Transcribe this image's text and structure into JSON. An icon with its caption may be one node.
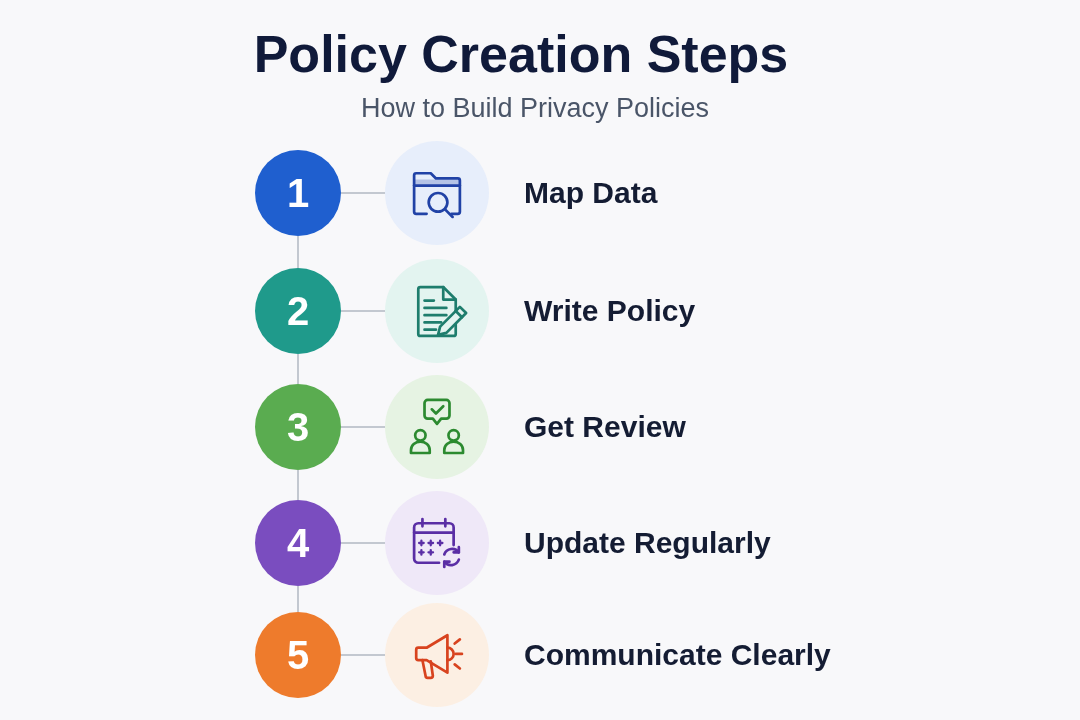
{
  "diagram": {
    "title": "Policy Creation Steps",
    "nodes": [
      {
        "text": [
          "1"
        ]
      },
      {
        "text": [],
        "shape": "picture",
        "beside": [
          "Map Data"
        ]
      },
      {
        "text": [
          "2"
        ]
      },
      {
        "text": [],
        "shape": "picture",
        "beside": [
          "Write Policy"
        ]
      },
      {
        "text": [
          "3"
        ]
      },
      {
        "text": [],
        "shape": "picture",
        "beside": [
          "Get Review"
        ]
      },
      {
        "text": [
          "4"
        ]
      },
      {
        "text": [],
        "shape": "picture",
        "beside": [
          "Update Regularly"
        ]
      },
      {
        "text": [
          "5"
        ]
      },
      {
        "text": [],
        "shape": "picture",
        "beside": [
          "Communicate Clearly"
        ]
      }
    ],
    "edges": [
      {
        "from": 0,
        "to": 1,
        "arrow": "none"
      },
      {
        "from": 0,
        "to": 2,
        "arrow": "none"
      },
      {
        "from": 2,
        "to": 3,
        "arrow": "none"
      },
      {
        "from": 2,
        "to": 4,
        "arrow": "none"
      },
      {
        "from": 4,
        "to": 5,
        "arrow": "none"
      },
      {
        "from": 4,
        "to": 6,
        "arrow": "none"
      },
      {
        "from": 6,
        "to": 7,
        "arrow": "none"
      },
      {
        "from": 6,
        "to": 8,
        "arrow": "none"
      },
      {
        "from": 8,
        "to": 9,
        "arrow": "none"
      }
    ],
    "labels": [
      "How to Build Privacy Policies"
    ]
  }
}
